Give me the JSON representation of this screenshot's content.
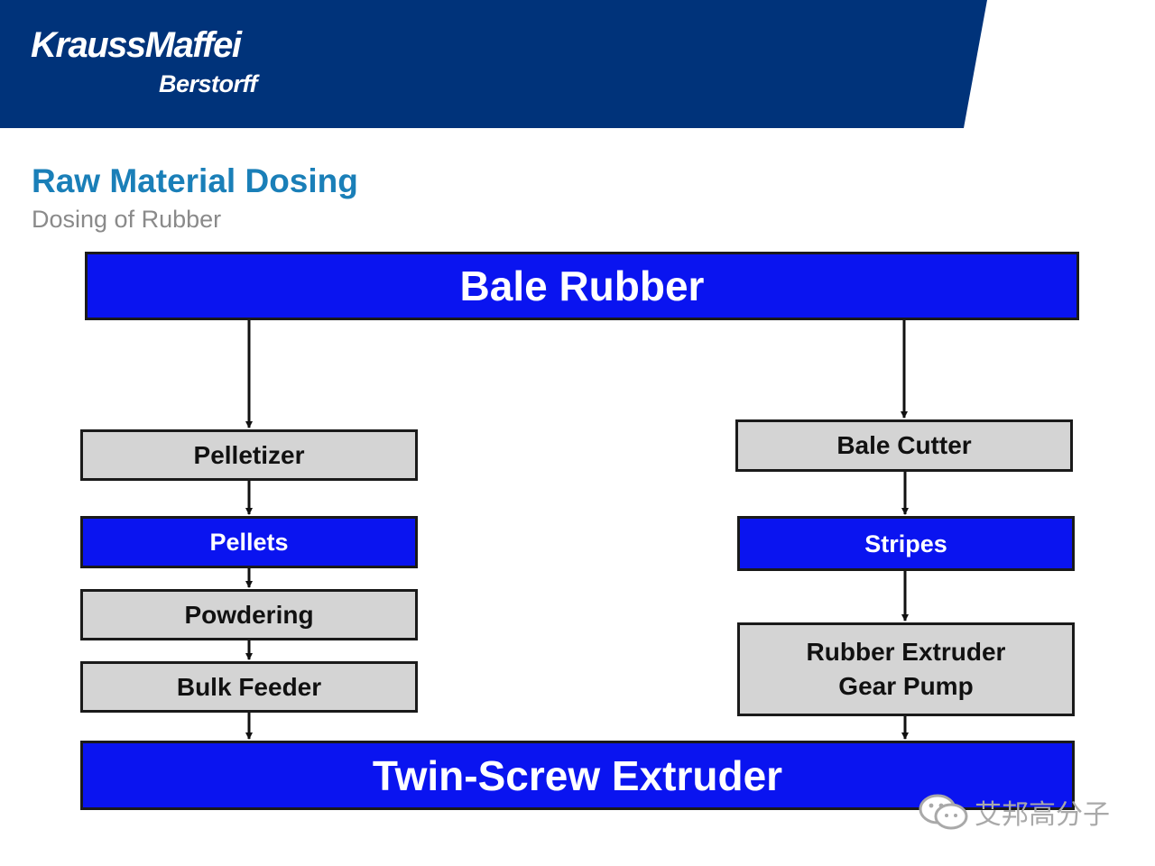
{
  "brand": {
    "name": "KraussMaffei",
    "sub": "Berstorff",
    "band_color": "#00337a"
  },
  "title": "Raw Material Dosing",
  "subtitle": "Dosing of Rubber",
  "diagram": {
    "source": "Bale Rubber",
    "left_path": [
      "Pelletizer",
      "Pellets",
      "Powdering",
      "Bulk Feeder"
    ],
    "right_path": [
      "Bale Cutter",
      "Stripes",
      "Rubber Extruder",
      "Gear Pump"
    ],
    "target": "Twin-Screw Extruder",
    "colors": {
      "material": "#0a14f0",
      "process": "#d4d4d4",
      "border": "#1a1a1a"
    }
  },
  "watermark": {
    "text": "艾邦高分子",
    "icon": "wechat-icon"
  }
}
